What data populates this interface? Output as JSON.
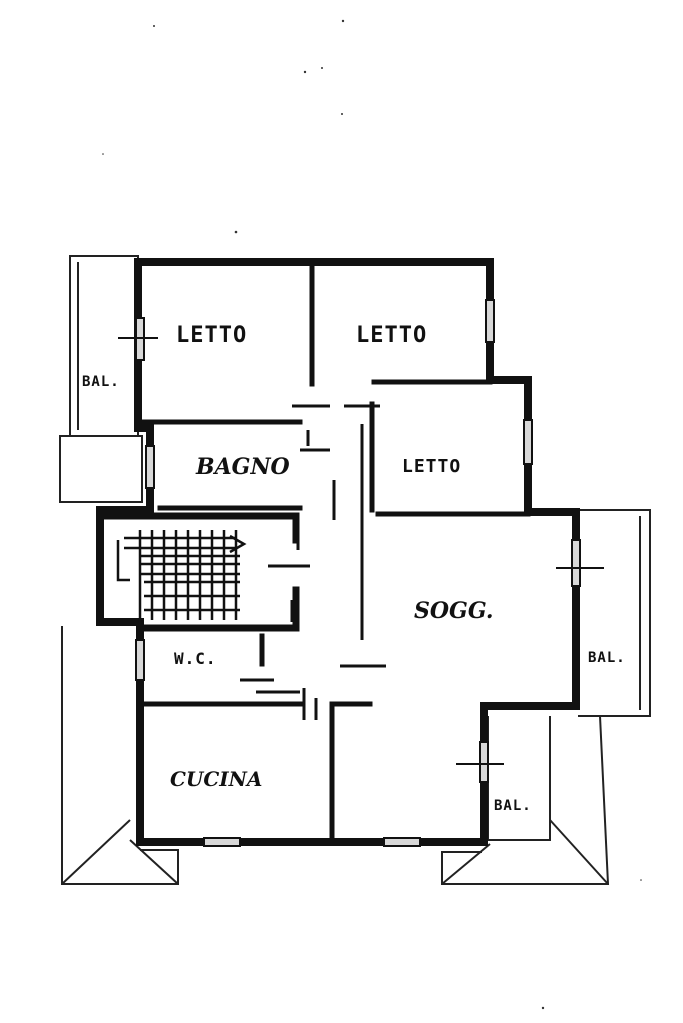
{
  "rooms": {
    "letto_1": "LETTO",
    "letto_2": "LETTO",
    "letto_3": "LETTO",
    "bagno": "BAGNO",
    "soggiorno": "SOGG.",
    "wc": "W.C.",
    "cucina": "CUCINA",
    "bal_left": "BAL.",
    "bal_right": "BAL.",
    "bal_bottom": "BAL."
  },
  "colors": {
    "wall": "#111111",
    "background": "#ffffff",
    "window_fill": "#d8d8d8"
  }
}
